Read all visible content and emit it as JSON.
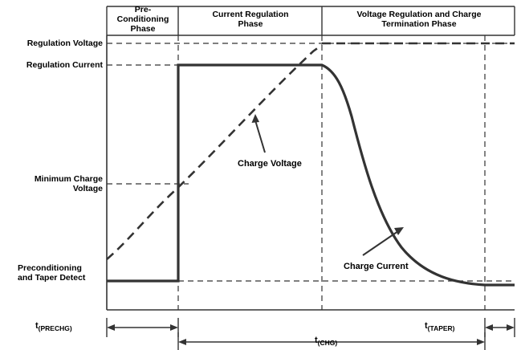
{
  "chart_data": {
    "type": "line",
    "title": "",
    "xlabel": "",
    "ylabel": "",
    "grid": false,
    "legend": "inline-annotations",
    "phases": [
      {
        "id": "precondition",
        "label": "Pre-\nConditioning\nPhase",
        "x_start": 0.0,
        "x_end": 0.175
      },
      {
        "id": "current-regulation",
        "label": "Current Regulation\nPhase",
        "x_start": 0.175,
        "x_end": 0.525
      },
      {
        "id": "voltage-regulation",
        "label": "Voltage Regulation and Charge\nTermination Phase",
        "x_start": 0.525,
        "x_end": 1.0
      }
    ],
    "y_levels": [
      {
        "id": "regulation-voltage",
        "label": "Regulation Voltage",
        "value": 1.0
      },
      {
        "id": "regulation-current",
        "label": "Regulation Current",
        "value": 0.93
      },
      {
        "id": "minimum-charge-voltage",
        "label": "Minimum Charge\nVoltage",
        "value": 0.46
      },
      {
        "id": "preconditioning-taper-detect",
        "label": "Preconditioning\nand Taper Detect",
        "value": 0.1
      }
    ],
    "series": [
      {
        "name": "Charge Voltage",
        "style": "dashed",
        "description": "rises from low value through Minimum Charge Voltage, reaching Regulation Voltage at end of Current Regulation Phase, then flat at Regulation Voltage"
      },
      {
        "name": "Charge Current",
        "style": "solid",
        "description": "flat at taper-detect level during precondition, steps up to Regulation Current, constant through Current Regulation Phase, then decays exponentially toward taper detect level"
      }
    ],
    "annotations": [
      {
        "id": "charge-voltage",
        "text": "Charge Voltage"
      },
      {
        "id": "charge-current",
        "text": "Charge Current"
      }
    ],
    "time_markers": [
      {
        "id": "t-prechg",
        "label": "t",
        "sub": "(PRECHG)"
      },
      {
        "id": "t-chg",
        "label": "t",
        "sub": "(CHG)"
      },
      {
        "id": "t-taper",
        "label": "t",
        "sub": "(TAPER)"
      }
    ]
  },
  "labels": {
    "phase_precondition_l1": "Pre-",
    "phase_precondition_l2": "Conditioning",
    "phase_precondition_l3": "Phase",
    "phase_current_l1": "Current Regulation",
    "phase_current_l2": "Phase",
    "phase_voltage_l1": "Voltage Regulation and Charge",
    "phase_voltage_l2": "Termination Phase",
    "regulation_voltage": "Regulation Voltage",
    "regulation_current": "Regulation Current",
    "minimum_charge_l1": "Minimum Charge",
    "minimum_charge_l2": "Voltage",
    "precondition_l1": "Preconditioning",
    "precondition_l2": "and Taper Detect",
    "charge_voltage": "Charge Voltage",
    "charge_current": "Charge Current",
    "t_prechg_main": "t",
    "t_prechg_sub": "(PRECHG)",
    "t_chg_main": "t",
    "t_chg_sub": "(CHG)",
    "t_taper_main": "t",
    "t_taper_sub": "(TAPER)"
  },
  "colors": {
    "curve": "#333333",
    "dashed": "#333333",
    "axis": "#333333",
    "text": "#000000",
    "background": "#ffffff"
  }
}
